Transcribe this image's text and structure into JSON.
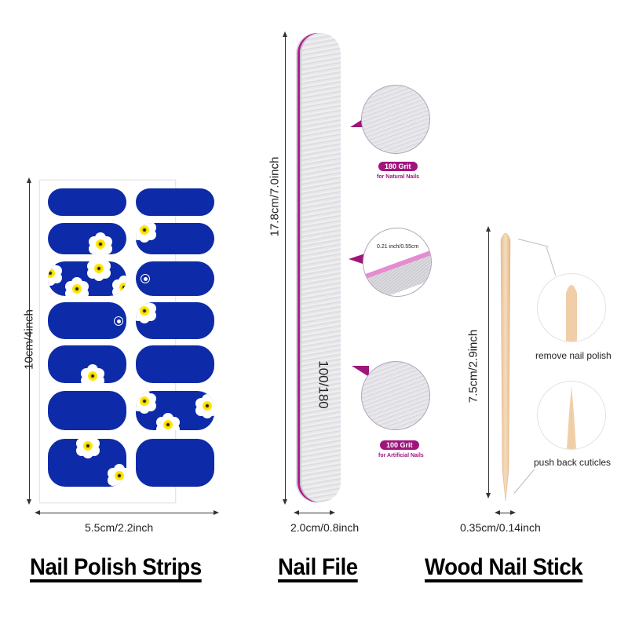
{
  "strips": {
    "height_label": "10cm/4inch",
    "width_label": "5.5cm/2.2inch",
    "color": "#0d2ba8",
    "title": "Nail Polish Strips"
  },
  "file": {
    "height_label": "17.8cm/7.0inch",
    "width_label": "2.0cm/0.8inch",
    "grit_print": "100/180",
    "accent_color": "#a0157c",
    "details": [
      {
        "badge": "180 Grit",
        "sub": "for Natural Nails"
      },
      {
        "thickness": "0.21 inch/0.55cm"
      },
      {
        "badge": "100 Grit",
        "sub": "for Artificial Nails"
      }
    ],
    "title": "Nail File"
  },
  "stick": {
    "height_label": "7.5cm/2.9inch",
    "width_label": "0.35cm/0.14inch",
    "details": [
      {
        "caption": "remove nail polish"
      },
      {
        "caption": "push back cuticles"
      }
    ],
    "title": "Wood Nail Stick"
  }
}
